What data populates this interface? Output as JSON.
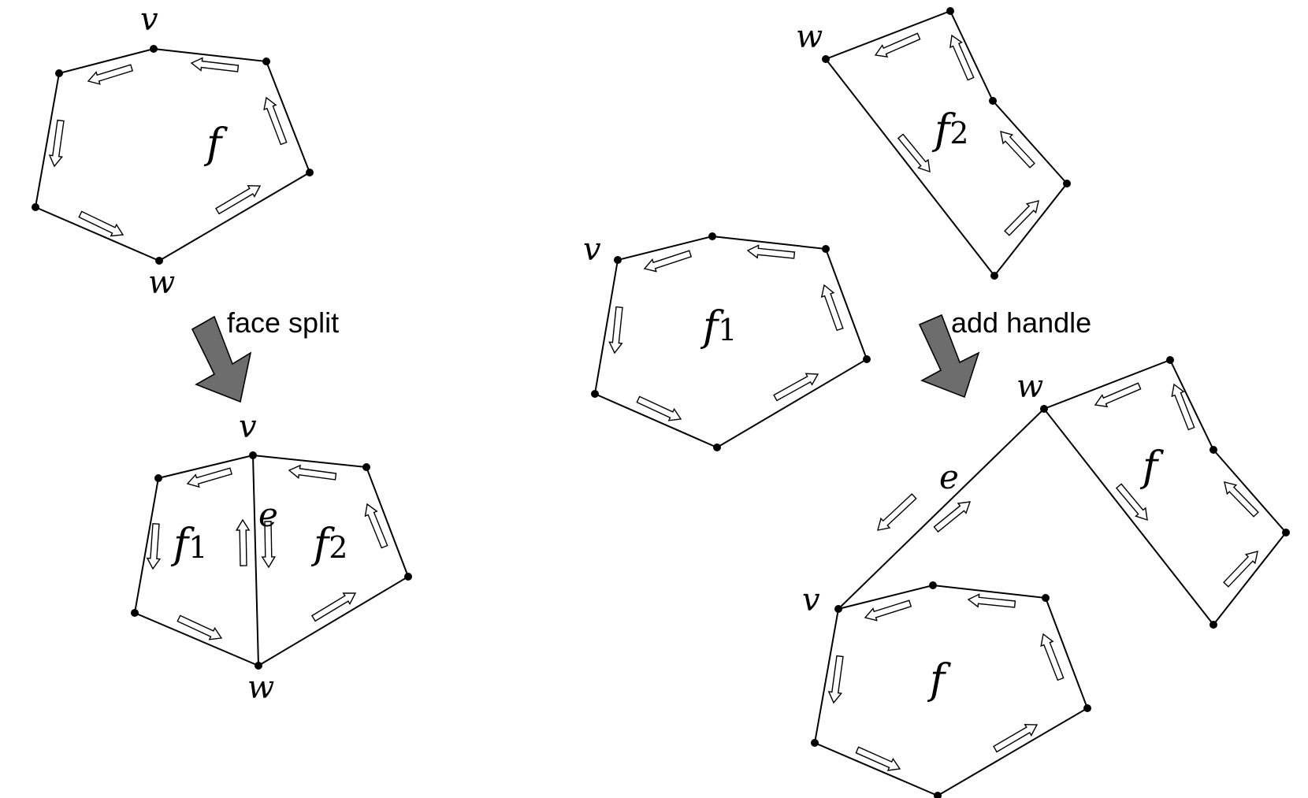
{
  "labels": {
    "v": "v",
    "w": "w",
    "e": "e",
    "f": "f",
    "f1_base": "f",
    "f1_sub": "1",
    "f2_base": "f",
    "f2_sub": "2"
  },
  "operations": {
    "face_split": "face split",
    "add_handle": "add handle"
  }
}
